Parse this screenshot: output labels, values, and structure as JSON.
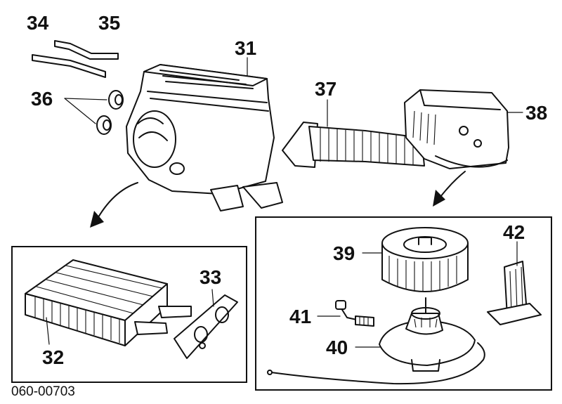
{
  "diagram": {
    "callouts": {
      "n31": "31",
      "n32": "32",
      "n33": "33",
      "n34": "34",
      "n35": "35",
      "n36": "36",
      "n37": "37",
      "n38": "38",
      "n39": "39",
      "n40": "40",
      "n41": "41",
      "n42": "42"
    },
    "part_code": "060-00703"
  }
}
